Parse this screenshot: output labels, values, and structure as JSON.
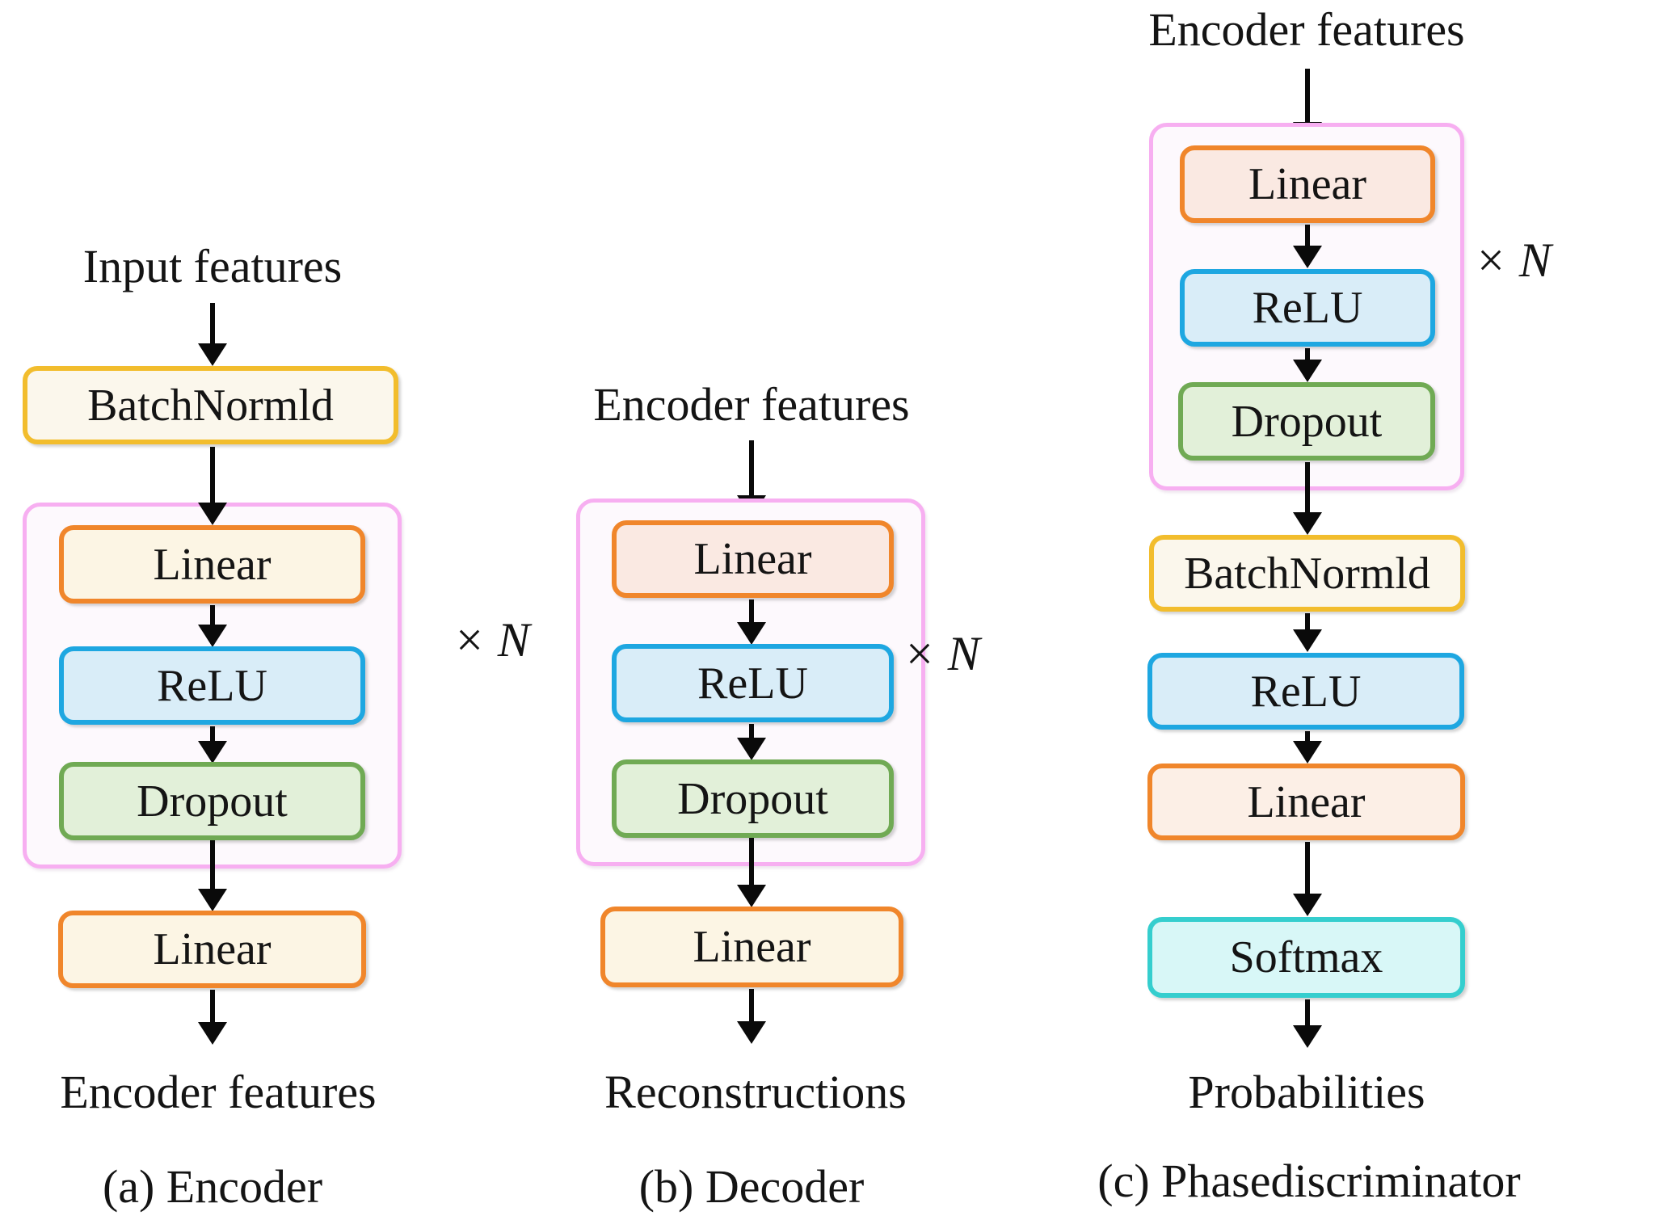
{
  "columns": {
    "encoder": {
      "input": "Input features",
      "batchnorm": "BatchNormld",
      "linear1": "Linear",
      "relu": "ReLU",
      "dropout": "Dropout",
      "linear2": "Linear",
      "output": "Encoder features",
      "repeat": "× N",
      "caption": "(a) Encoder"
    },
    "decoder": {
      "input": "Encoder features",
      "linear1": "Linear",
      "relu": "ReLU",
      "dropout": "Dropout",
      "linear2": "Linear",
      "output": "Reconstructions",
      "repeat": "× N",
      "caption": "(b) Decoder"
    },
    "phasediscriminator": {
      "input": "Encoder features",
      "linear1": "Linear",
      "relu1": "ReLU",
      "dropout": "Dropout",
      "batchnorm": "BatchNormld",
      "relu2": "ReLU",
      "linear2": "Linear",
      "softmax": "Softmax",
      "output": "Probabilities",
      "repeat": "× N",
      "caption": "(c) Phasediscriminator"
    }
  },
  "colors": {
    "background": "#FFFFFF",
    "text": "#141414",
    "arrow": "#0A0A0A",
    "group_border": "#F7AFF1",
    "group_fill": "#FDF9FD",
    "yellow_border": "#F2BD2D",
    "yellow_fill": "#FBF7EC",
    "orange_border": "#F0862B",
    "cream_fill": "#FCF5E4",
    "pink_fill": "#FAE9E2",
    "peach_fill": "#FCEFE6",
    "blue_border": "#1EA7E1",
    "blue_fill": "#D9EDF8",
    "green_border": "#70AA54",
    "green_fill": "#E2F0D9",
    "cyan_border": "#35CECE",
    "cyan_fill": "#D8F7F7"
  }
}
